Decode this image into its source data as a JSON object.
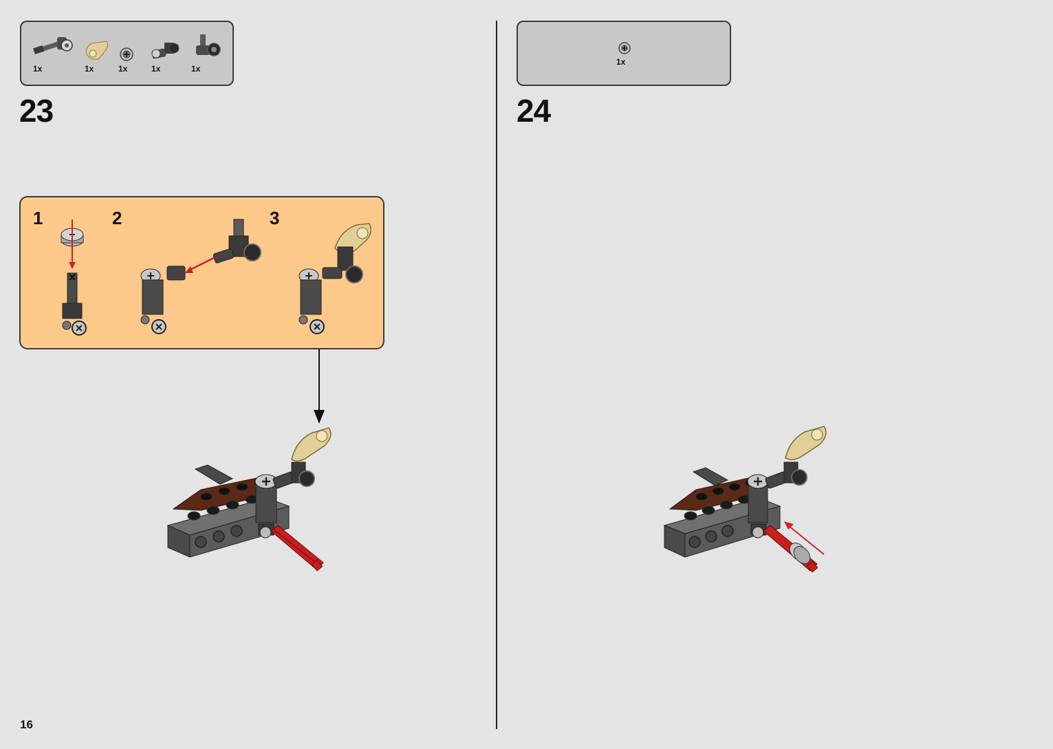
{
  "page_number": "16",
  "steps": [
    {
      "number": "23",
      "parts": [
        {
          "icon": "axle-with-connector-part",
          "qty": "1x"
        },
        {
          "icon": "tan-connector-part",
          "qty": "1x"
        },
        {
          "icon": "bushing-part",
          "qty": "1x"
        },
        {
          "icon": "angle-connector-part",
          "qty": "1x"
        },
        {
          "icon": "axle-connector-part",
          "qty": "1x"
        }
      ],
      "substeps": [
        "1",
        "2",
        "3"
      ]
    },
    {
      "number": "24",
      "parts": [
        {
          "icon": "bushing-part",
          "qty": "1x"
        }
      ]
    }
  ],
  "colors": {
    "page_background": "#e4e4e4",
    "parts_box": "#c8c8c8",
    "substep_box": "#fdc98a",
    "arrow_red": "#d0202a",
    "dark_gray_brick": "#5b5b5b",
    "reddish_brown": "#5a2a17",
    "tan": "#e2cf98",
    "red_axle": "#c81e1e"
  }
}
